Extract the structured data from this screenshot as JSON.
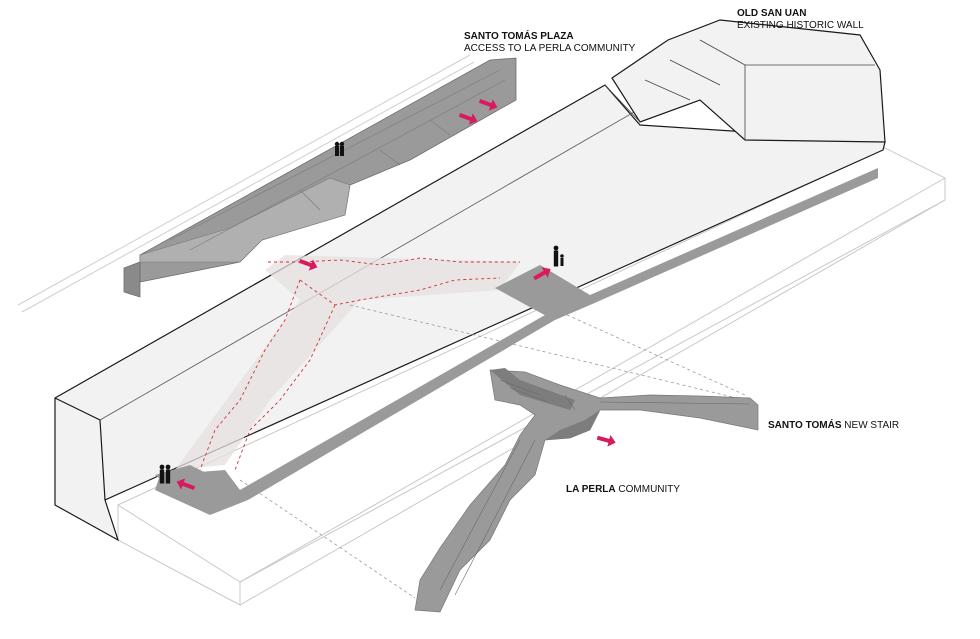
{
  "labels": {
    "old_san_juan": {
      "title": "OLD SAN UAN",
      "subtitle": "EXISTING HISTORIC WALL"
    },
    "plaza": {
      "title": "SANTO TOMÁS PLAZA",
      "subtitle": "ACCESS TO LA PERLA COMMUNITY"
    },
    "new_stair": {
      "bold": "SANTO TOMÁS",
      "rest": " NEW STAIR"
    },
    "community": {
      "bold": "LA PERLA",
      "rest": " COMMUNITY"
    }
  },
  "colors": {
    "wall_fill": "#f2f2f2",
    "wall_stroke": "#1a1a1a",
    "stair_fill": "#9a9a9a",
    "stair_dark": "#7d7d7d",
    "arrow": "#d81b60",
    "dashed": "#d32f2f",
    "light_line": "#c8c8c8"
  }
}
